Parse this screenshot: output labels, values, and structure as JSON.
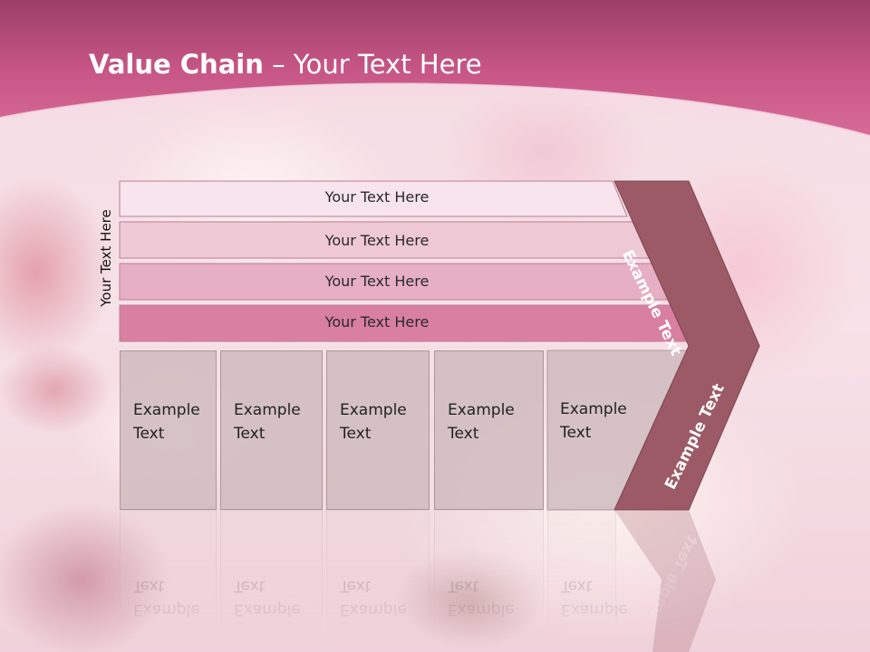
{
  "slide": {
    "title_bold": "Value Chain",
    "title_rest": " – Your Text Here",
    "side_label": "Your Text Here",
    "bars": [
      {
        "label": "Your Text Here",
        "color": "#f7e4ec"
      },
      {
        "label": "Your Text Here",
        "color": "#efc8d6"
      },
      {
        "label": "Your Text Here",
        "color": "#e7afc4"
      },
      {
        "label": "Your Text Here",
        "color": "#d97fa0"
      }
    ],
    "boxes": [
      {
        "line1": "Example",
        "line2": "Text"
      },
      {
        "line1": "Example",
        "line2": "Text"
      },
      {
        "line1": "Example",
        "line2": "Text"
      },
      {
        "line1": "Example",
        "line2": "Text"
      },
      {
        "line1": "Example",
        "line2": "Text"
      }
    ],
    "chevron_top_label": "Example Text",
    "chevron_bottom_label": "Example Text",
    "colors": {
      "header": "#c9668e",
      "chevron": "#9c5a66",
      "box": "#d2bec1"
    }
  }
}
